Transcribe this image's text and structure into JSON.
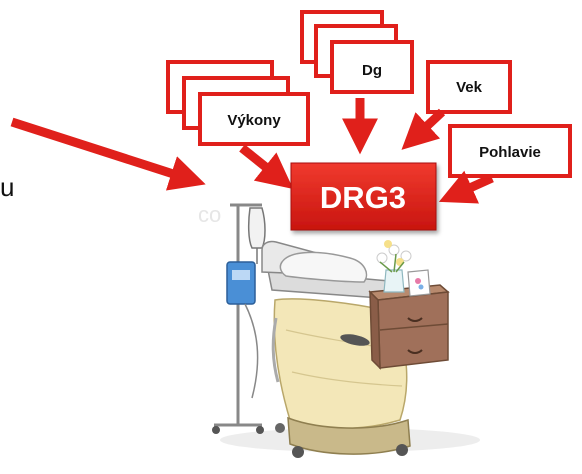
{
  "diagram": {
    "center_label": "DRG3",
    "inputs": [
      {
        "label": "Dg"
      },
      {
        "label": "Vek"
      },
      {
        "label": "Výkony"
      },
      {
        "label": "Pohlavie"
      }
    ],
    "edge_text": "u",
    "watermark": "co",
    "colors": {
      "accent": "#e0201b",
      "box_fill": "#ffffff",
      "text": "#111111"
    },
    "illustration": "hospital-bed-illustration"
  }
}
